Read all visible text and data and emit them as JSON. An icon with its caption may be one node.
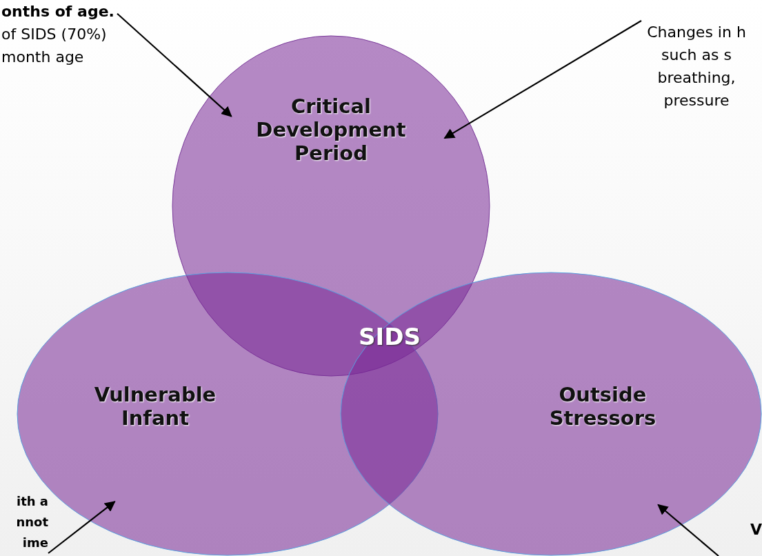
{
  "diagram": {
    "nodes": [
      {
        "text": [
          "Critical Development Period"
        ]
      },
      {
        "text": [
          "Vulnerable Infant"
        ]
      },
      {
        "text": [
          "Outside Stressors"
        ]
      },
      {
        "text": [
          "SIDS"
        ]
      },
      {
        "text": [
          "onths of age.",
          "of SIDS (70%) month age"
        ]
      },
      {
        "text": [
          "Changes in h such as s breathing, pressure"
        ]
      },
      {
        "text": [
          "ith a nnot ime"
        ]
      }
    ],
    "edges": [
      {
        "from": 4,
        "to": 0,
        "arrow": "to"
      },
      {
        "from": 5,
        "to": 0,
        "arrow": "to"
      },
      {
        "from": 6,
        "to": 1,
        "arrow": "to"
      },
      {
        "from": null,
        "to": 2,
        "arrow": "to"
      }
    ],
    "labels": [
      "V"
    ]
  }
}
